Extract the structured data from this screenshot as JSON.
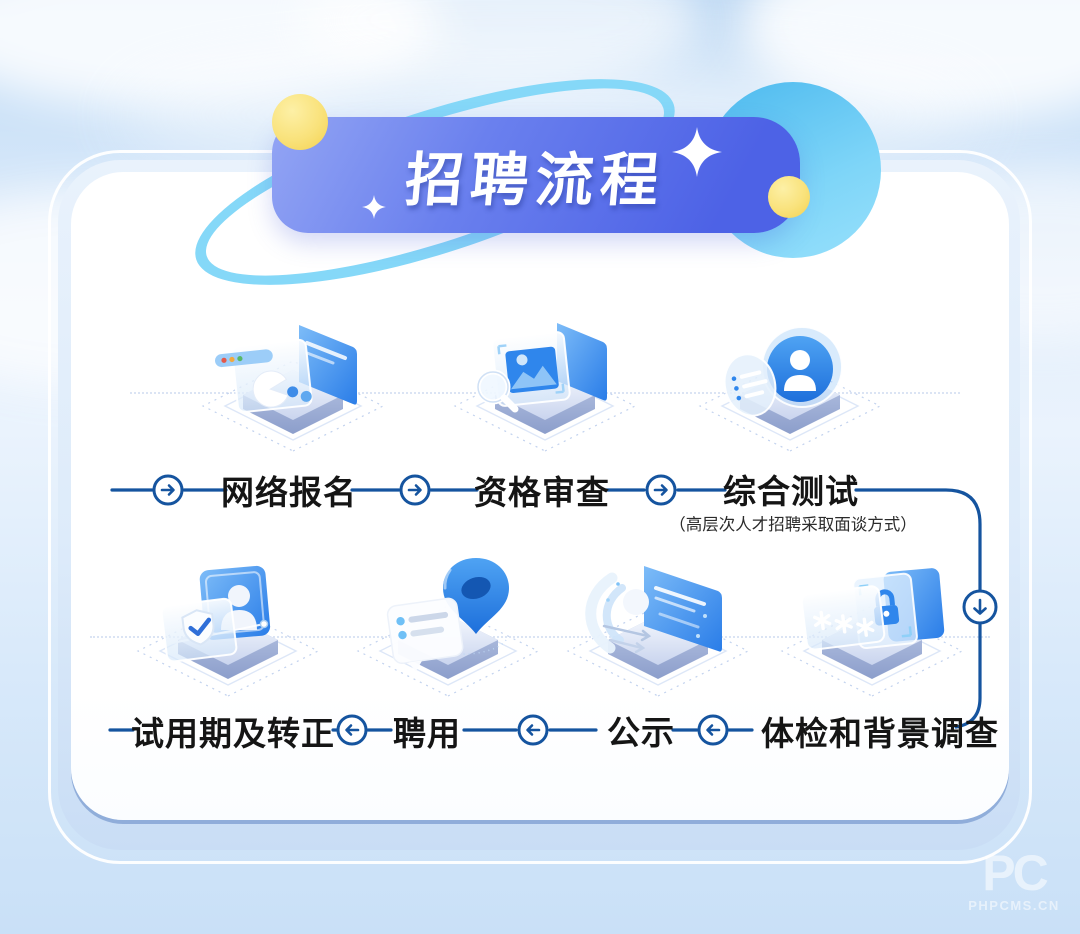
{
  "title": {
    "text": "招聘流程"
  },
  "flow": {
    "top_row": [
      {
        "label": "网络报名",
        "icon": "online-registration"
      },
      {
        "label": "资格审查",
        "icon": "qualification-review"
      },
      {
        "label": "综合测试",
        "icon": "comprehensive-test",
        "note": "（高层次人才招聘采取面谈方式）"
      }
    ],
    "bottom_row": [
      {
        "label": "试用期及转正",
        "icon": "probation-and-confirmation"
      },
      {
        "label": "聘用",
        "icon": "employment"
      },
      {
        "label": "公示",
        "icon": "public-announcement"
      },
      {
        "label": "体检和背景调查",
        "icon": "medical-check-and-background-investigation"
      }
    ]
  },
  "watermark": {
    "logo": "PC",
    "site": "PHPCMS.CN"
  },
  "colors": {
    "flow_line": "#15549f",
    "label_text": "#151515",
    "banner_gradient_start": "#93a5f4",
    "banner_gradient_end": "#4a5ee5",
    "orbit_ring": "#85d8f8",
    "accent_yellow": "#f8dd62",
    "sky_blue": "#cde3f8"
  }
}
